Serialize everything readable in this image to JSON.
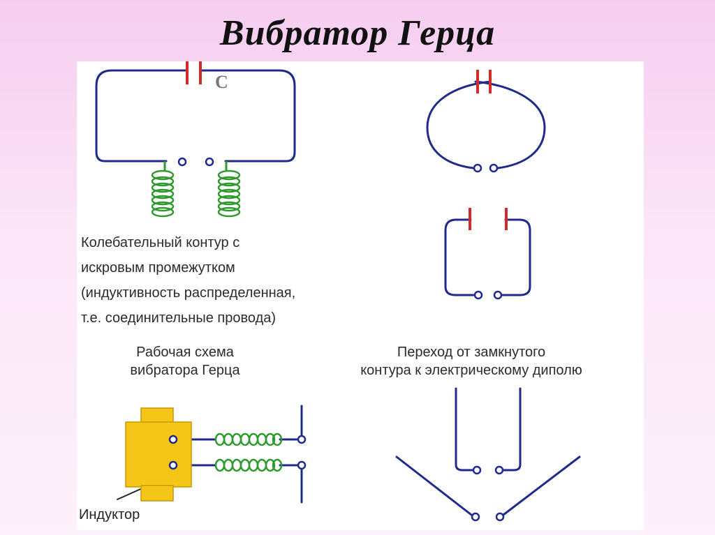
{
  "title": "Вибратор Герца",
  "labels": {
    "capacitor": "C",
    "inductor": "Индуктор"
  },
  "captions": {
    "oscillating_circuit": "Колебательный контур с\nискровым промежутком\n(индуктивность распределенная,\nт.е. соединительные провода)",
    "working_scheme": "Рабочая схема\nвибратора Герца",
    "transition": "Переход от замкнутого\nконтура к электрическому диполю"
  },
  "colors": {
    "wire": "#1f2a8c",
    "capacitor_plate": "#d32a2a",
    "coil": "#2e9a2e",
    "inductor_body": "#f5c518",
    "background": "#f6cdf0"
  }
}
